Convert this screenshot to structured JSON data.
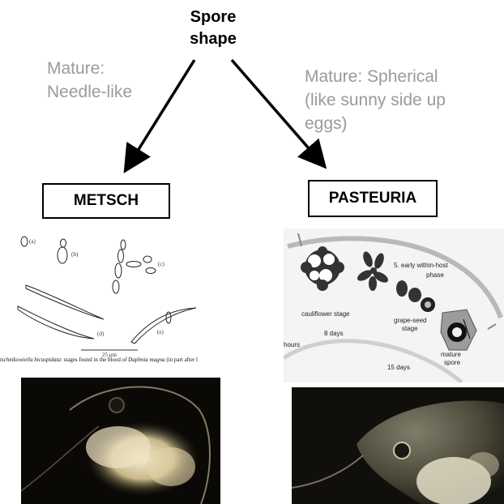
{
  "title": "Spore\nshape",
  "left": {
    "note": "Mature:\nNeedle-like",
    "box_label": "METSCH",
    "caption_prefix": "tschnikowiella bicuspidata",
    "caption_rest": ": stages found in the blood of ",
    "caption_species": "Daphnia magna",
    "caption_suffix": " (in part after l",
    "stage_labels": [
      "(a)",
      "(b)",
      "(c)",
      "(d)",
      "(e)"
    ],
    "scale_label": "25 μm"
  },
  "right": {
    "note": "Mature: Spherical\n(like sunny side up\neggs)",
    "box_label": "PASTEURIA",
    "phase_label_1": "5. early within-host",
    "phase_label_2": "phase",
    "cauliflower_label": "cauliflower stage",
    "grape_label_1": "grape-seed",
    "grape_label_2": "stage",
    "mature_label_1": "mature",
    "mature_label_2": "spore",
    "days_8": "8 days",
    "days_15": "15 days",
    "hours": "hours"
  },
  "colors": {
    "note_gray": "#9a9a9a",
    "arrow": "#000000"
  }
}
